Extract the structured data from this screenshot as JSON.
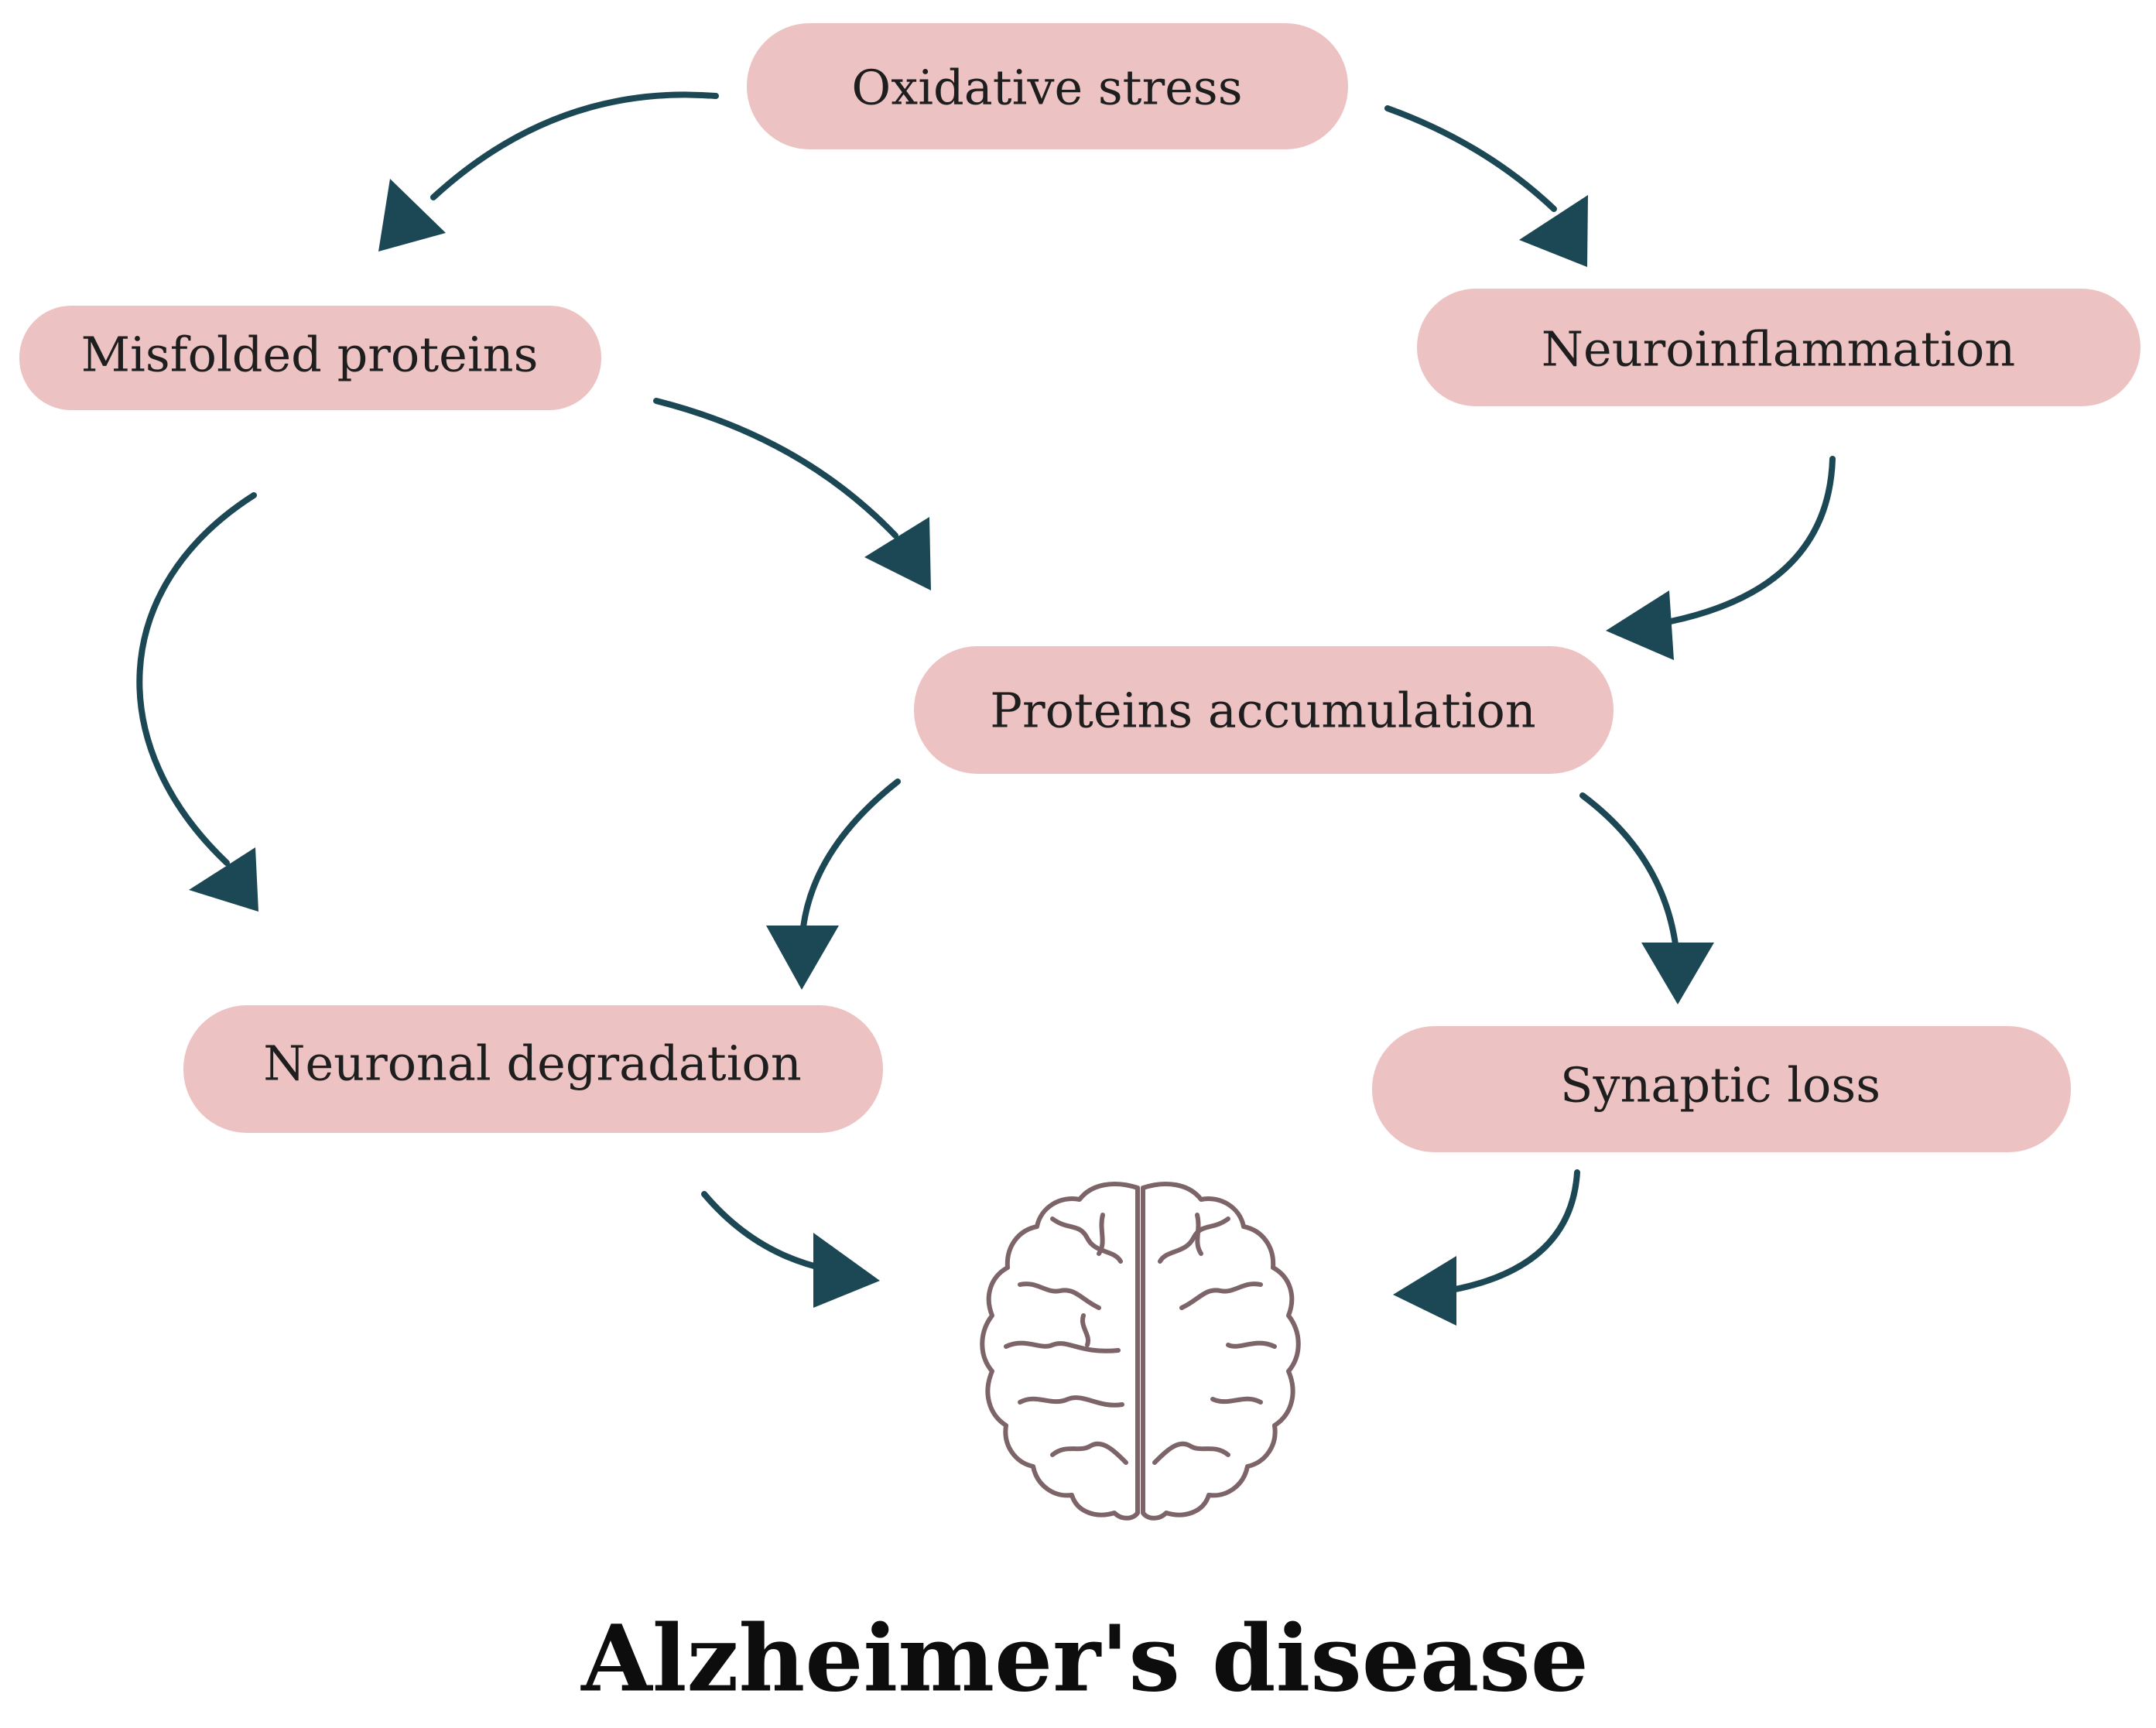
{
  "nodes": {
    "oxidative_stress": "Oxidative stress",
    "misfolded_proteins": "Misfolded proteins",
    "neuroinflammation": "Neuroinflammation",
    "proteins_accumulation": "Proteins accumulation",
    "neuronal_degradation": "Neuronal degradation",
    "synaptic_loss": "Synaptic loss"
  },
  "caption": "Alzheimer's disease",
  "edges": [
    {
      "from": "Oxidative stress",
      "to": "Misfolded proteins"
    },
    {
      "from": "Oxidative stress",
      "to": "Neuroinflammation"
    },
    {
      "from": "Misfolded proteins",
      "to": "Proteins accumulation"
    },
    {
      "from": "Misfolded proteins",
      "to": "Neuronal degradation"
    },
    {
      "from": "Neuroinflammation",
      "to": "Proteins accumulation"
    },
    {
      "from": "Proteins accumulation",
      "to": "Neuronal degradation"
    },
    {
      "from": "Proteins accumulation",
      "to": "Synaptic loss"
    },
    {
      "from": "Neuronal degradation",
      "to": "Alzheimer's disease"
    },
    {
      "from": "Synaptic loss",
      "to": "Alzheimer's disease"
    }
  ],
  "icons": {
    "brain": "brain-icon"
  },
  "colors": {
    "node_fill": "#edc2c2",
    "arrow": "#1c4855",
    "brain_outline": "#7d6468"
  }
}
